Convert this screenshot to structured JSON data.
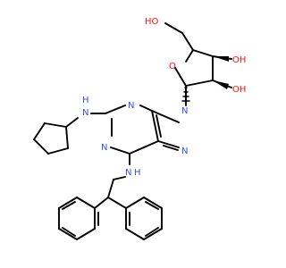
{
  "colors": {
    "bond": "#000000",
    "oxygen": "#ff0d0d",
    "nitrogen": "#3050f8",
    "background": "#ffffff"
  },
  "atoms": {
    "oh_top": "HO",
    "o_ring": "O",
    "oh_right_top": "OH",
    "oh_right_bottom": "OH",
    "n9": "N",
    "n3": "N",
    "n7": "N",
    "n1": "N",
    "nh_left_h": "H",
    "nh_left_n": "N",
    "nh_mid_n": "N",
    "nh_mid_h": "H"
  }
}
